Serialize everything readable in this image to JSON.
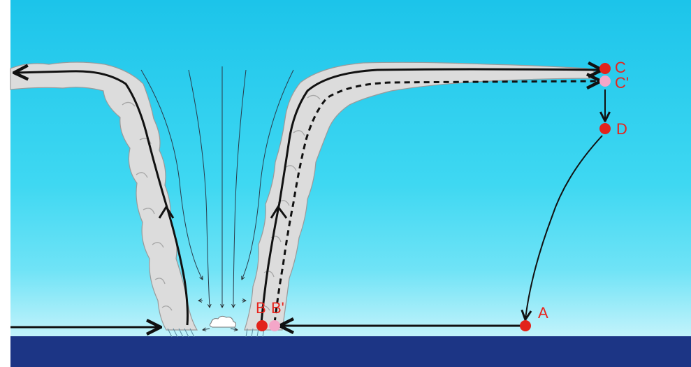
{
  "points": {
    "A": {
      "label": "A",
      "color": "#e2231a"
    },
    "B": {
      "label": "B",
      "color": "#e2231a"
    },
    "B_prime": {
      "label": "B'",
      "color": "#f4a6c8"
    },
    "C": {
      "label": "C",
      "color": "#e2231a"
    },
    "C_prime": {
      "label": "C'",
      "color": "#f4a6c8"
    },
    "D": {
      "label": "D",
      "color": "#e2231a"
    }
  },
  "colors": {
    "sky_top": "#1cc4ea",
    "sky_bottom": "#b8f1fb",
    "ocean": "#1c3585",
    "cloud": "#dcdcdc",
    "cloud_edge": "#9a9a9a",
    "arrow": "#111111",
    "label": "#e8231b"
  },
  "icons": {
    "eye_cloud": "small-cloud-icon"
  }
}
